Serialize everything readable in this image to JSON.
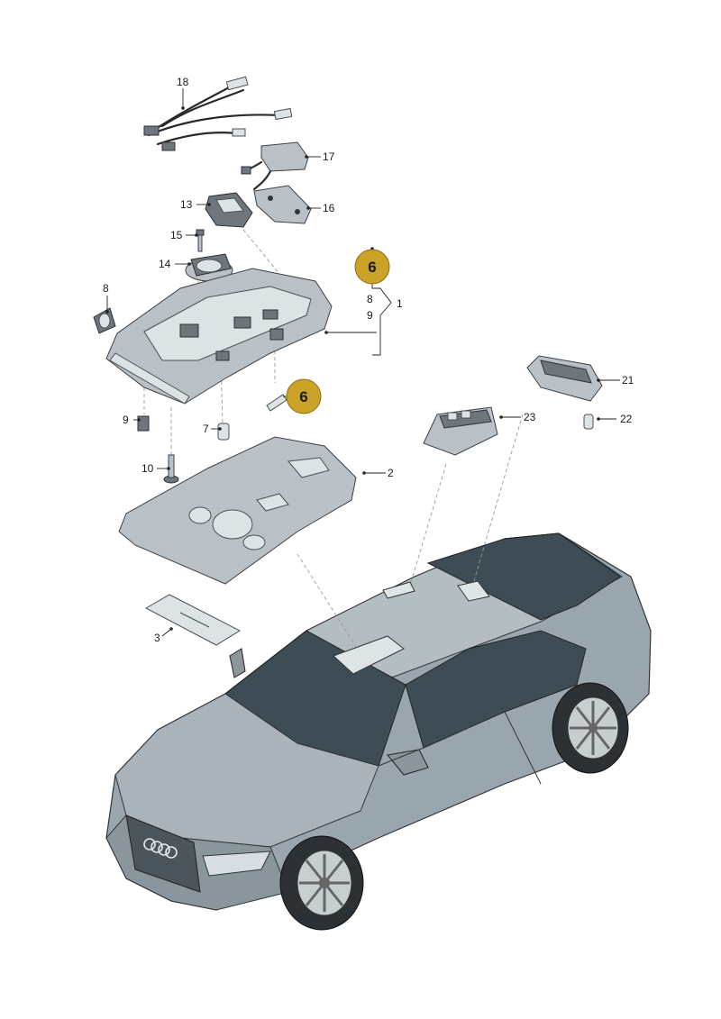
{
  "callouts": {
    "c1": "1",
    "c2": "2",
    "c3": "3",
    "c7": "7",
    "c8_top": "8",
    "c8_mid": "8",
    "c9_mid": "9",
    "c9_left": "9",
    "c10": "10",
    "c13": "13",
    "c14": "14",
    "c15": "15",
    "c16": "16",
    "c17": "17",
    "c18": "18",
    "c21": "21",
    "c22": "22",
    "c23": "23"
  },
  "badges": {
    "top": "6",
    "middle": "6"
  },
  "colors": {
    "badge_fill": "#c9a227",
    "part_fill": "#b9c1c6",
    "car_body": "#9aa6ad",
    "glass": "#3e4d55"
  }
}
